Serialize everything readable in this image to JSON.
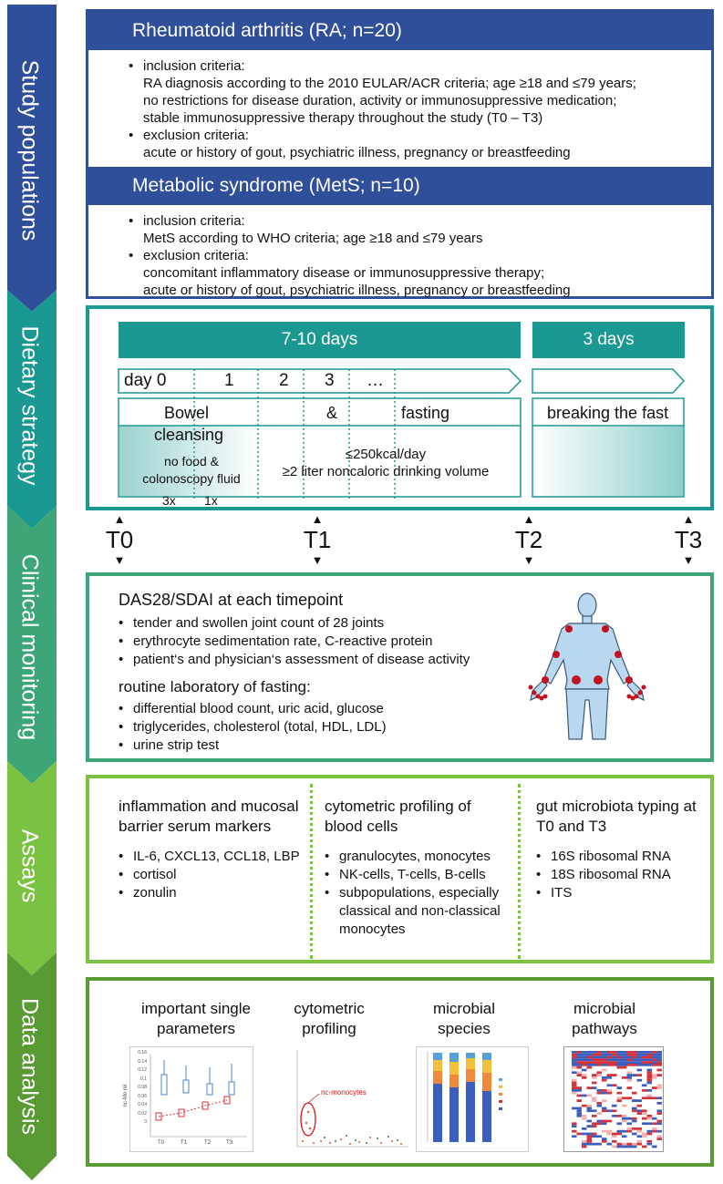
{
  "sections": {
    "study": "Study populations",
    "diet": "Dietary strategy",
    "clinical": "Clinical monitoring",
    "assays": "Assays",
    "analysis": "Data analysis"
  },
  "colors": {
    "study": "#2f4f9b",
    "diet": "#1a9891",
    "clinical": "#3ea676",
    "assays": "#7cc242",
    "analysis": "#5a9a35"
  },
  "ra": {
    "header": "Rheumatoid arthritis (RA; n=20)",
    "inc_label": "inclusion criteria:",
    "inc_text": [
      "RA diagnosis according to the 2010 EULAR/ACR criteria; age ≥18 and ≤79 years;",
      "no restrictions for disease duration, activity or immunosuppressive medication;",
      "stable immunosuppressive therapy throughout the study (T0 – T3)"
    ],
    "exc_label": "exclusion criteria:",
    "exc_text": [
      "acute or history of gout, psychiatric illness, pregnancy or breastfeeding"
    ]
  },
  "mets": {
    "header": "Metabolic syndrome (MetS; n=10)",
    "inc_label": "inclusion criteria:",
    "inc_text": [
      "MetS according to WHO criteria; age ≥18 and ≤79 years"
    ],
    "exc_label": "exclusion criteria:",
    "exc_text": [
      "concomitant inflammatory disease or immunosuppressive therapy;",
      "acute or history of gout, psychiatric illness, pregnancy or breastfeeding"
    ]
  },
  "diet": {
    "period1": "7-10 days",
    "period2": "3 days",
    "days": [
      "day 0",
      "1",
      "2",
      "3",
      "…"
    ],
    "bowel": "Bowel",
    "cleansing": "cleansing",
    "amp": "&",
    "fasting": "fasting",
    "breaking": "breaking the fast",
    "nofood": "no food &",
    "colon": "colonoscopy fluid",
    "x3": "3x",
    "x1": "1x",
    "kcal": "≤250kcal/day",
    "drink": "≥2 liter noncaloric drinking volume"
  },
  "timepoints": [
    "T0",
    "T1",
    "T2",
    "T3"
  ],
  "clinical": {
    "title": "DAS28/SDAI at each timepoint",
    "items": [
      "tender and swollen joint count of 28 joints",
      "erythrocyte sedimentation rate, C-reactive protein",
      "patient‘s and physician‘s assessment of disease activity"
    ],
    "lab_title": "routine laboratory of fasting:",
    "lab_items": [
      "differential blood count, uric acid, glucose",
      "triglycerides, cholesterol (total, HDL, LDL)",
      "urine strip test"
    ]
  },
  "assays": {
    "c1_title": "inflammation and mucosal barrier serum markers",
    "c1_items": [
      "IL-6, CXCL13, CCL18, LBP",
      "cortisol",
      "zonulin"
    ],
    "c2_title": "cytometric profiling of blood cells",
    "c2_items": [
      "granulocytes, monocytes",
      "NK-cells, T-cells, B-cells",
      "subpopulations, especially classical and non-classical monocytes"
    ],
    "c3_title": "gut microbiota typing at T0 and T3",
    "c3_items": [
      "16S ribosomal RNA",
      "18S ribosomal RNA",
      "ITS"
    ]
  },
  "analysis": {
    "titles": [
      "important single parameters",
      "cytometric profiling",
      "microbial species",
      "microbial pathways"
    ],
    "box_x": [
      "T0",
      "T1",
      "T2",
      "T3"
    ],
    "box_y": [
      "0.16",
      "0.14",
      "0.12",
      "0.1",
      "0.08",
      "0.06",
      "0.04",
      "0.02",
      "0"
    ],
    "box_ylabel": "nc-Mo rel",
    "nc_label": "nc-monocytes"
  }
}
